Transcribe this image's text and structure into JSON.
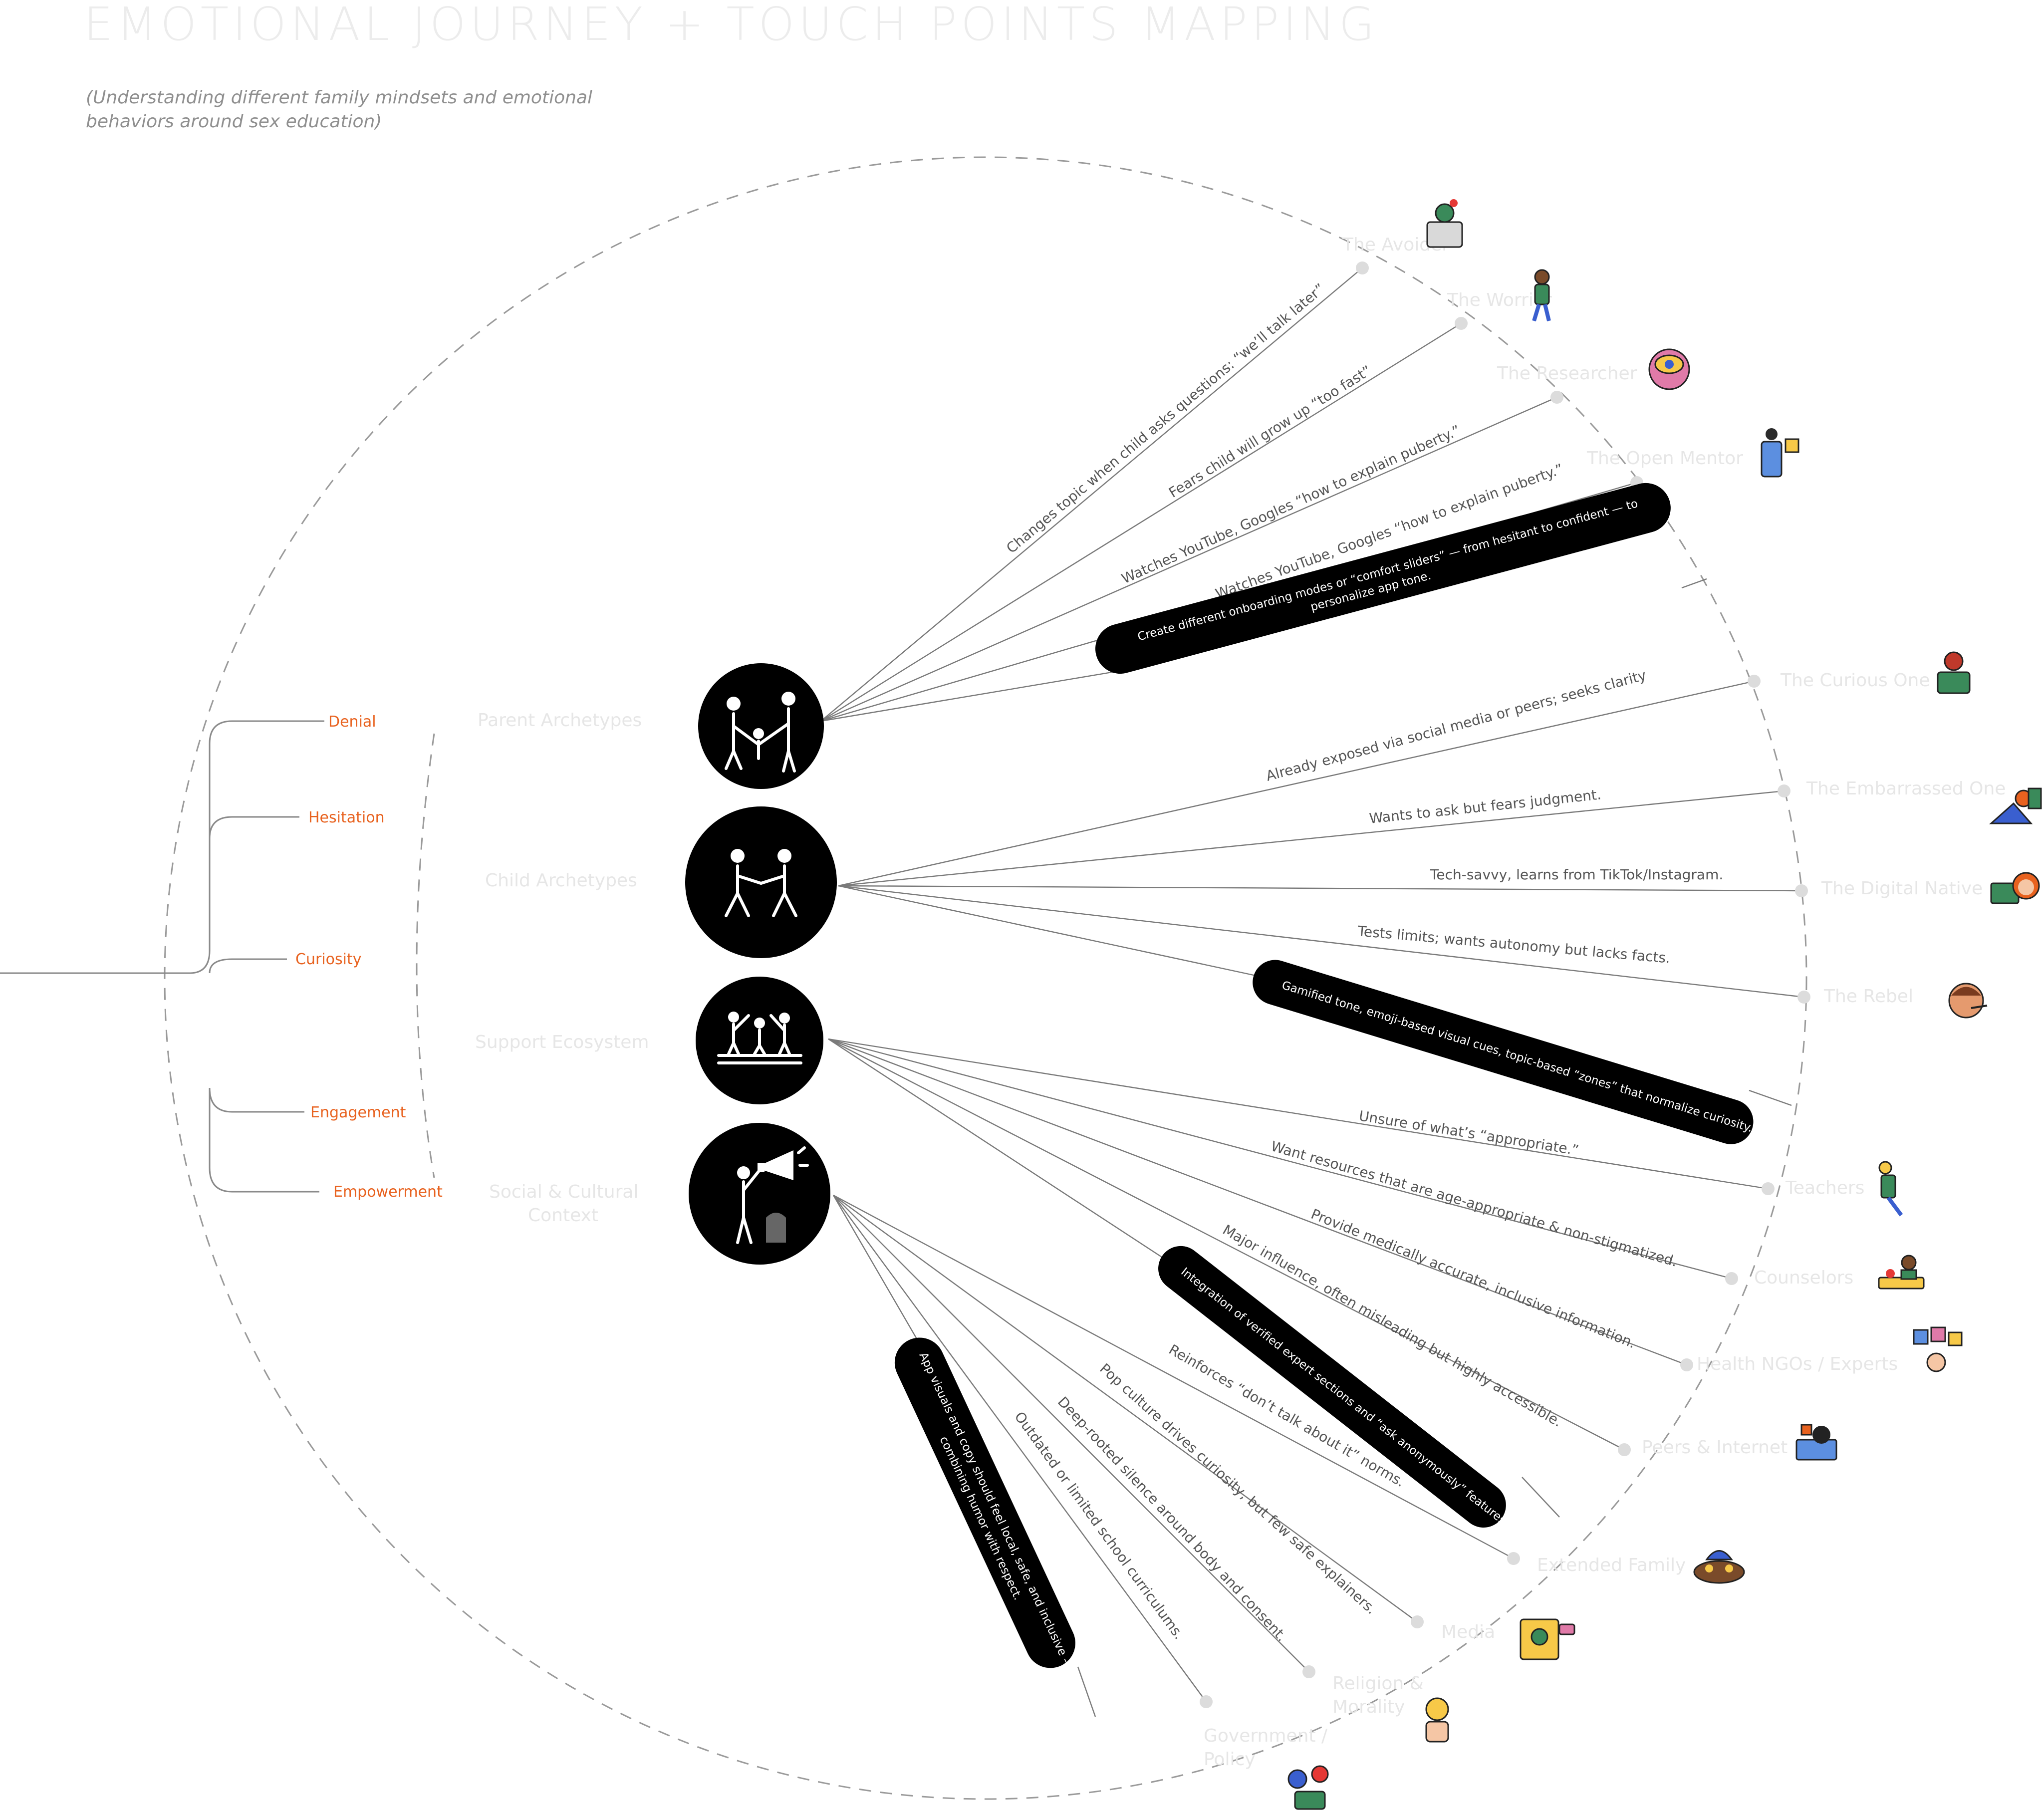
{
  "title": "EMOTIONAL JOURNEY + TOUCH POINTS MAPPING",
  "subtitle_line1": "(Understanding different family mindsets and emotional",
  "subtitle_line2": "behaviors around sex education)",
  "emotions": [
    "Denial",
    "Hesitation",
    "Curiosity",
    "Engagement",
    "Empowerment"
  ],
  "hubs": {
    "parent": "Parent Archetypes",
    "child": "Child Archetypes",
    "support": "Support Ecosystem",
    "social_line1": "Social & Cultural",
    "social_line2": "Context"
  },
  "parent_endpoints": [
    "The Avoider",
    "The Worrier",
    "The Researcher",
    "The Open Mentor"
  ],
  "parent_spokes": [
    "Changes topic when child asks questions: “we’ll talk later”",
    "Fears child will grow up “too fast”",
    "Watches YouTube, Googles “how to explain puberty.”",
    "Watches YouTube, Googles “how to explain puberty.”"
  ],
  "parent_pill": [
    "Create different onboarding modes or “comfort sliders” — from hesitant to confident — to",
    "personalize app tone."
  ],
  "child_endpoints": [
    "The Curious One",
    "The Embarrassed One",
    "The Digital Native",
    "The Rebel"
  ],
  "child_spokes": [
    "Already exposed via social media or peers; seeks clarity",
    "Wants to ask but fears judgment.",
    "Tech-savvy, learns from TikTok/Instagram.",
    "Tests limits; wants autonomy but lacks facts."
  ],
  "child_pill": "Gamified tone, emoji-based visual cues, topic-based “zones” that normalize curiosity.",
  "support_endpoints": [
    "Teachers",
    "Counselors",
    "Health NGOs / Experts",
    "Peers & Internet"
  ],
  "support_spokes": [
    "Unsure of what’s “appropriate.”",
    "Want resources that are age-appropriate & non-stigmatized.",
    "Provide medically accurate, inclusive information.",
    "Major influence, often misleading but highly accessible."
  ],
  "support_pill": "Integration of verified expert sections and “ask anonymously” features.",
  "social_endpoints": [
    "Extended Family",
    "Media",
    "Religion & Morality",
    "Government / Policy"
  ],
  "social_endpoint_lines": [
    [
      "Extended Family"
    ],
    [
      "Media"
    ],
    [
      "Religion &",
      "Morality"
    ],
    [
      "Government /",
      "Policy"
    ]
  ],
  "social_spokes": [
    "Reinforces “don’t talk about it” norms.",
    "Pop culture drives curiosity, but few safe explainers.",
    "Deep-rooted silence around body and consent.",
    "Outdated or limited school curriculums."
  ],
  "social_pill": [
    "App visuals and copy should feel local, safe, and inclusive —",
    "combining humor with respect."
  ],
  "colors": {
    "accent": "#e8621f",
    "hub": "#000000",
    "line": "#7a7a7a",
    "ghost_text": "#e6e6e6"
  },
  "icons": [
    "parent-family-icon",
    "child-duo-icon",
    "support-trio-icon",
    "megaphone-icon"
  ]
}
